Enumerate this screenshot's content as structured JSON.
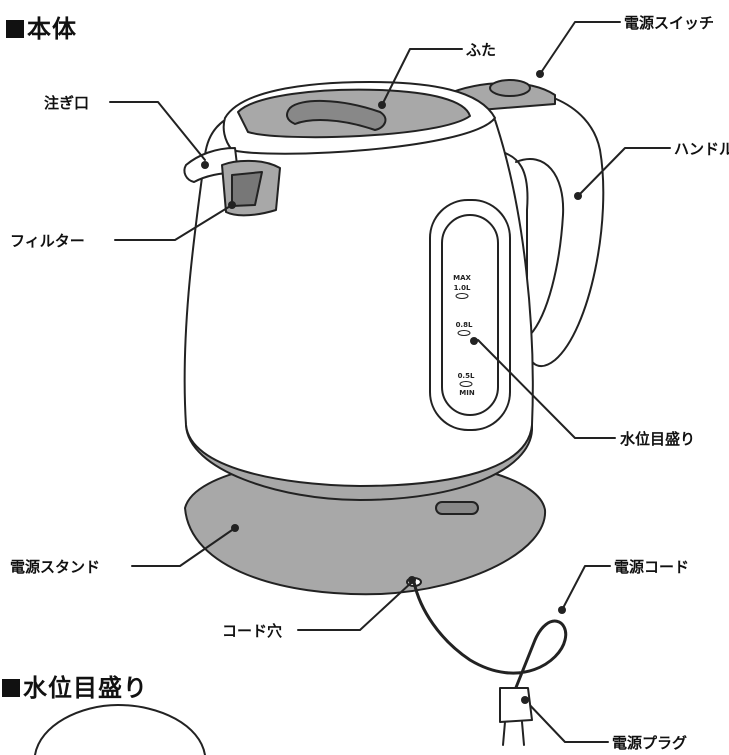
{
  "sections": {
    "main_body": "本体",
    "water_gauge": "水位目盛り"
  },
  "labels": {
    "spout": "注ぎ口",
    "lid": "ふた",
    "power_switch": "電源スイッチ",
    "handle": "ハンドル",
    "filter": "フィルター",
    "water_level": "水位目盛り",
    "power_stand": "電源スタンド",
    "cord_hole": "コード穴",
    "power_cord": "電源コード",
    "power_plug": "電源プラグ"
  },
  "gauge_marks": {
    "max": "MAX",
    "max_volume": "1.0L",
    "mid_volume": "0.8L",
    "min_volume": "0.5L",
    "min": "MIN"
  },
  "colors": {
    "outline": "#222222",
    "body_fill": "#ffffff",
    "gray_fill": "#a8a8a8"
  }
}
